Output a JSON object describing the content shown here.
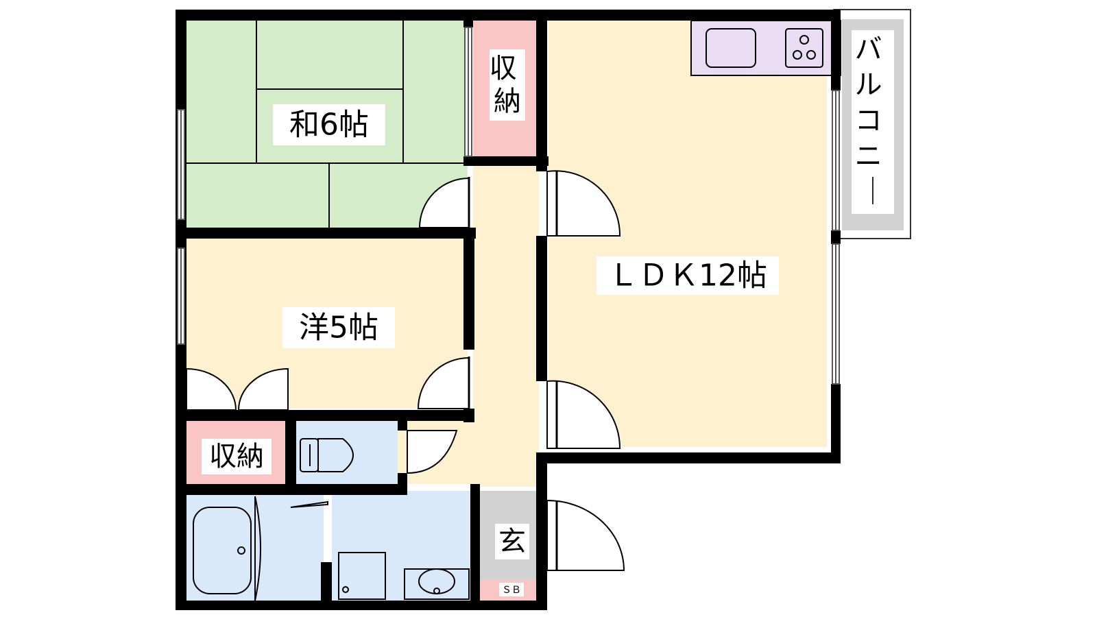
{
  "rooms": {
    "washitsu": {
      "label": "和6帖",
      "color": "#d5ecc8"
    },
    "storage_top": {
      "label": "収納",
      "color": "#f9c5c5"
    },
    "ldk": {
      "label": "ＬＤＫ12帖",
      "color": "#fdf1cf"
    },
    "balcony": {
      "label": "バルコニー",
      "color": "#d2d2d2"
    },
    "yoshitsu": {
      "label": "洋5帖",
      "color": "#fdf1cf"
    },
    "storage_bottom": {
      "label": "収納",
      "color": "#f9c5c5"
    },
    "toilet": {
      "color": "#d9e9fa"
    },
    "bath": {
      "color": "#d9e9fa"
    },
    "washroom": {
      "color": "#d9e9fa"
    },
    "entrance": {
      "label": "玄",
      "color": "#d2d2d2"
    },
    "shoebox": {
      "label": "ＳＢ",
      "color": "#f9c5c5"
    },
    "hall": {
      "color": "#fdf1cf"
    }
  },
  "kitchen": {
    "color": "#e9dcf3"
  },
  "wall_color": "#000000"
}
